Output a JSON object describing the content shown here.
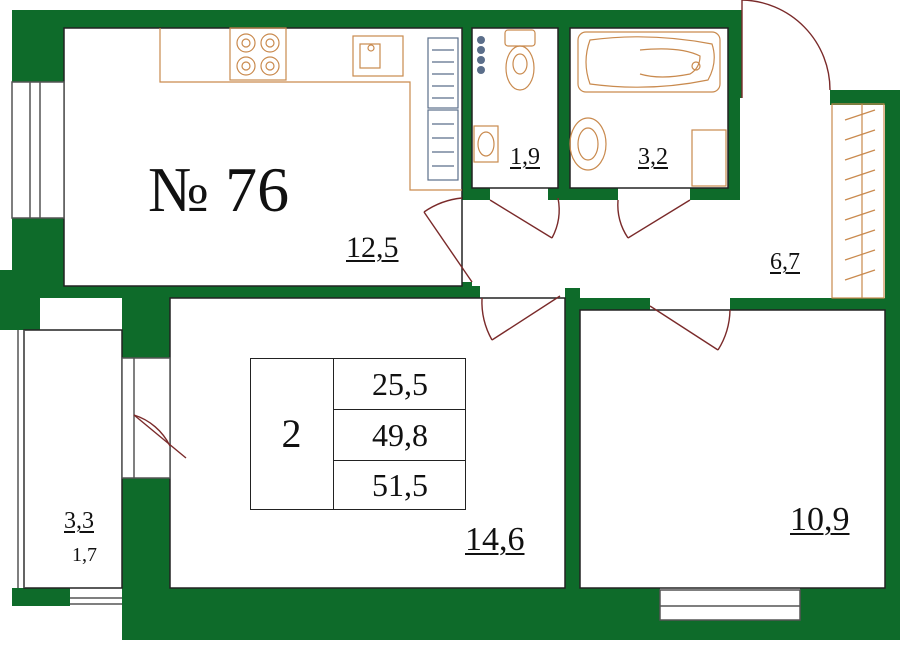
{
  "apartment": {
    "title": "№ 76"
  },
  "rooms": {
    "kitchen_area": "12,5",
    "toilet_area": "1,9",
    "bathroom_area": "3,2",
    "hall_area": "6,7",
    "living_area": "14,6",
    "bedroom_area": "10,9",
    "balcony_area": "3,3",
    "balcony_reduced_area": "1,7"
  },
  "summary": {
    "rooms_count": "2",
    "living_total": "25,5",
    "total_area": "49,8",
    "total_with_balcony": "51,5"
  },
  "colors": {
    "wall": "#0e6b2a",
    "furniture": "#c98a4e",
    "door": "#7a2a2a",
    "window": "#555555",
    "stove": "#b9803f"
  }
}
